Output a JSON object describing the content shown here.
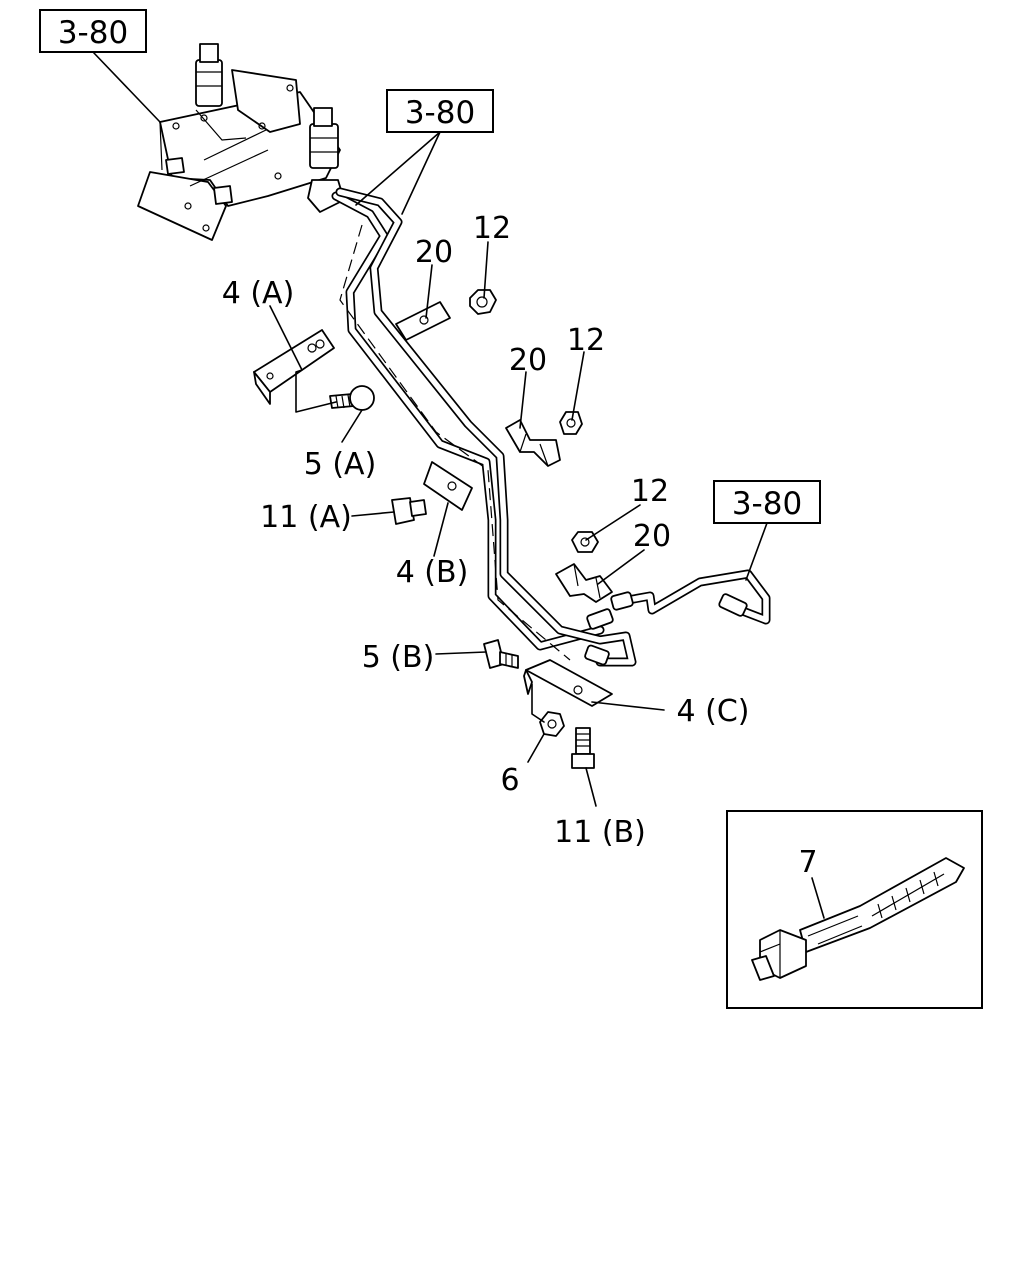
{
  "reference_labels": {
    "ref_top_left": "3-80",
    "ref_top_center": "3-80",
    "ref_right": "3-80"
  },
  "part_labels": {
    "p20_top": "20",
    "p12_top": "12",
    "p20_mid": "20",
    "p12_mid": "12",
    "p12_low": "12",
    "p20_low": "20",
    "p4a": "4 (A)",
    "p5a": "5 (A)",
    "p11a": "11 (A)",
    "p4b": "4 (B)",
    "p5b": "5 (B)",
    "p4c": "4 (C)",
    "p6": "6",
    "p11b": "11 (B)",
    "p7": "7"
  }
}
